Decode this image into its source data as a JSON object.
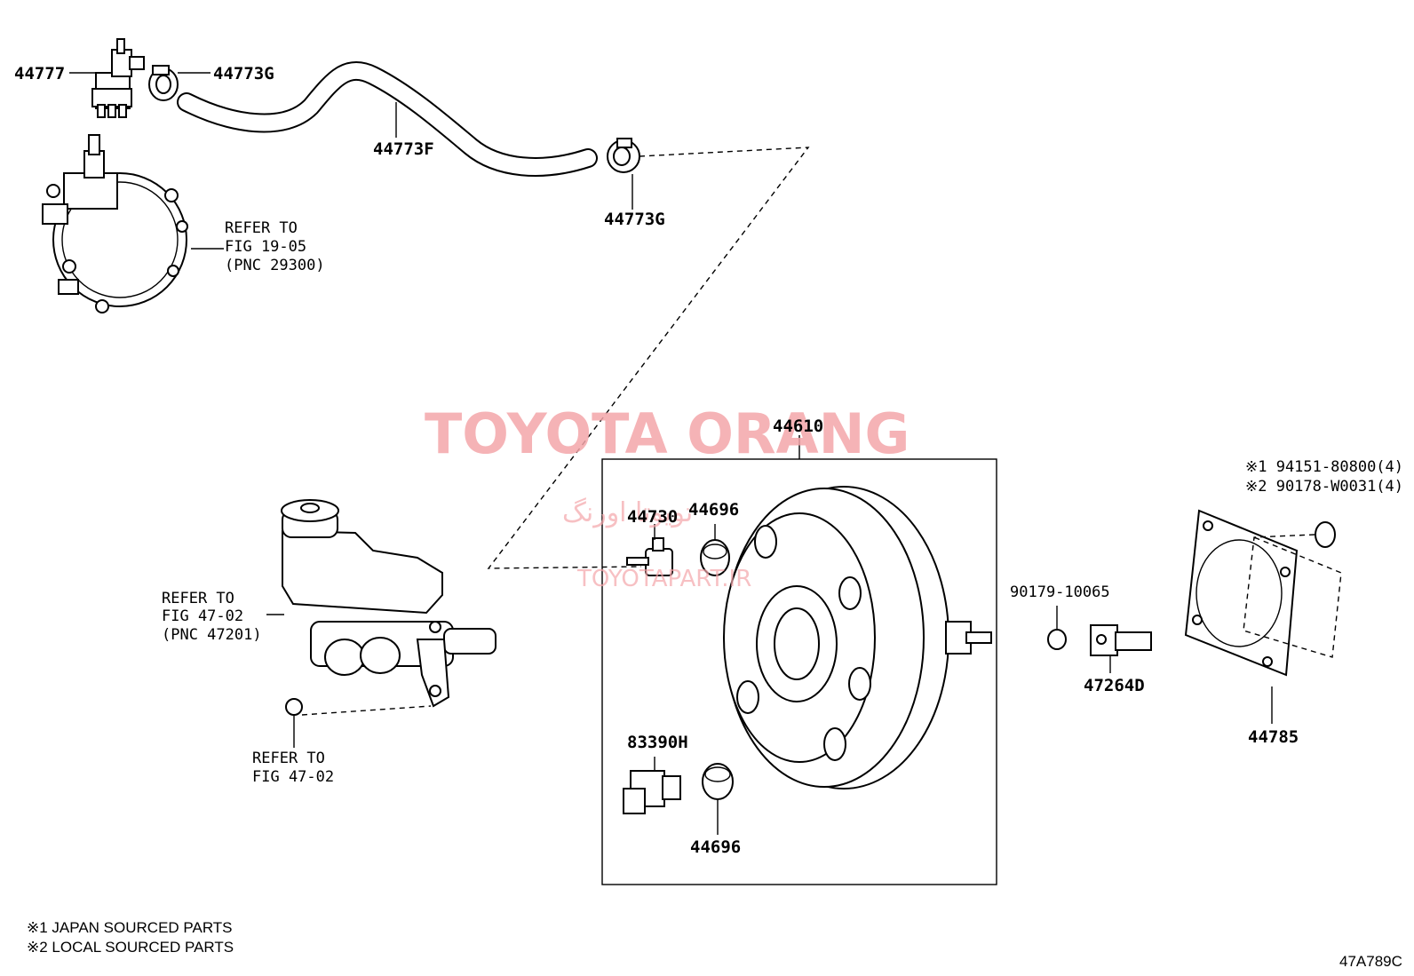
{
  "labels": {
    "vacuum_switch": "44777",
    "clamp_upper": "44773G",
    "hose": "44773F",
    "clamp_lower": "44773G",
    "booster": "44610",
    "check_valve": "44730",
    "grommet_top": "44696",
    "grommet_bottom": "44696",
    "sensor": "83390H",
    "gasket": "44785",
    "clevis_nut": "90179-10065",
    "clevis": "47264D",
    "nut_1": "※1 94151-80800(4)",
    "nut_2": "※2 90178-W0031(4)",
    "footer_code": "47A789C"
  },
  "references": {
    "pump_line1": "REFER TO",
    "pump_line2": "FIG 19-05",
    "pump_line3": "(PNC 29300)",
    "master_line1": "REFER TO",
    "master_line2": "FIG 47-02",
    "master_line3": "(PNC 47201)",
    "cap_line1": "REFER TO",
    "cap_line2": "FIG 47-02"
  },
  "notes": {
    "note1": "※1 JAPAN SOURCED PARTS",
    "note2": "※2 LOCAL SOURCED PARTS"
  },
  "watermark": {
    "main": "TOYOTA ORANG",
    "persian": "تویوتا اورنگ",
    "url": "TOYOTAPART.IR",
    "color": "#f4a6aa"
  }
}
